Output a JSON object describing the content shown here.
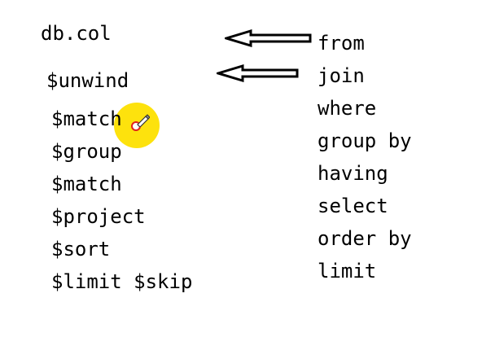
{
  "source": "db.col",
  "mongo_stages": [
    "$unwind",
    "$match",
    "$group",
    "$match",
    "$project",
    "$sort",
    "$limit $skip"
  ],
  "sql_clauses": [
    "from",
    "join",
    "where",
    "group by",
    "having",
    "select",
    "order by",
    "limit"
  ],
  "colors": {
    "text": "#000000",
    "cursor_highlight": "#fde000",
    "cursor_ring": "#e02020"
  },
  "icons": {
    "arrows": "left-arrow-icon",
    "cursor": "pen-cursor-icon"
  }
}
